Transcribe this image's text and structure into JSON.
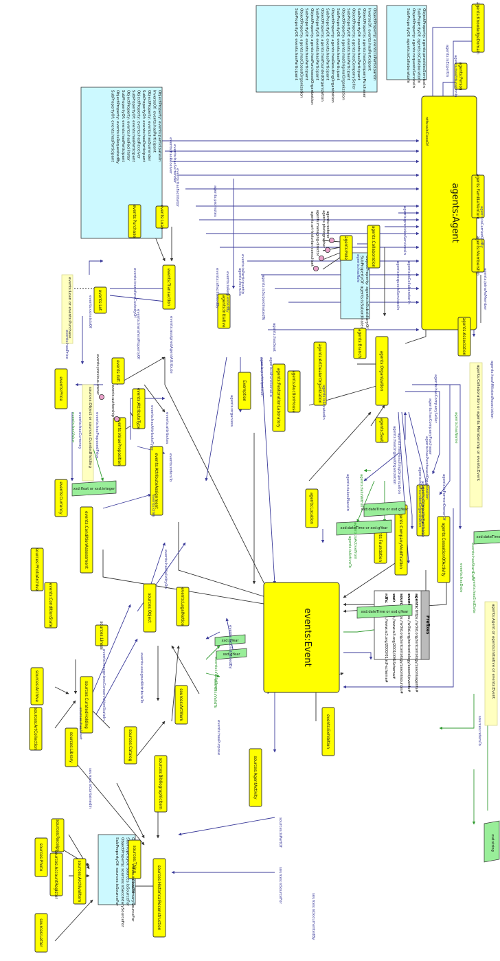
{
  "colors": {
    "node_fill": "#ffff00",
    "node_stroke": "#333333",
    "edge_blue": "#3b3b9a",
    "edge_green": "#2f9a2f",
    "note_fill": "#ccf9ff",
    "union_fill": "#ffffc0",
    "datatype_fill": "#99ee99",
    "individual_fill": "#e8a0c8"
  },
  "main_nodes": {
    "agent": "agents:Agent",
    "event": "events:Event"
  },
  "nodes": [
    "agents:KnowledgeDomain",
    "agents:Person",
    "agents:FamilialVenture",
    "agents:Membership",
    "agents:Association",
    "agents:Collaboration",
    "agents:Role",
    "agents:Initiative",
    "agents:Branch",
    "agents:Organization",
    "agents:ArtDealerOrganization",
    "agents:RestorationLaboratory",
    "agents:AuctionHouse",
    "agents:Seat",
    "agents:Location",
    "agents:Foundation",
    "agents:CompanyModification",
    "agents:CompanyPurchase",
    "agents:CessationOfActivity",
    "events:Loan",
    "events:Purchase",
    "events:Transaction",
    "events:Lot",
    "events:Gift",
    "events:Price",
    "events:ValueProposition",
    "events:AttributeType",
    "events:AttributeAssignment",
    "events:Currency",
    "events:ConditionAssessment",
    "events:ConditionState",
    "events:Exhibition",
    "events:LegalNotice",
    "Exemption",
    "sources:PhotoArchive",
    "sources:Lineal",
    "sources:Object",
    "sources:Archive",
    "sources:ArtCollection",
    "sources:Library",
    "sources:CuratedHolding",
    "sources:ArtWork",
    "sources:BibliographicItem",
    "sources:Catalog",
    "sources:Thing",
    "sources:AgentActivity",
    "sources:HistoricalReconstruction",
    "sources:Photo",
    "sources:Receipt",
    "sources:AccountRegister",
    "sources:ArchivalItem",
    "sources:Letter"
  ],
  "individuals": [
    "agents:restorer",
    "agents:photographer",
    "agents:managing-director",
    "agents:art-historian-consultant",
    "events:previous-owner",
    "events:authorship"
  ],
  "datatypes": [
    "xsd:dateTime or xsd:gYear",
    "xsd:dateTime or xsd:gYear",
    "xsd:float or xsd:integer",
    "xsd:gYear",
    "xsd:gYear",
    "xsd:dateTime or xsd:gYear",
    "xsd:dateTime or xsd:gYear",
    "xsd:string"
  ],
  "unions": [
    "events:Loan or events:Purchase",
    "sources:Object or sources:CuratedHolding",
    "agents:Collaboration or agents:Membership or events:Event",
    "agents:Agent or agents:Initiative or events:Event"
  ],
  "notes": [
    [
      "ObjectProperty: agents:providesServiceIn",
      "SubPropertyOf: agents:isCollaboratorIn",
      "ObjectProperty: agents:requestsServiceIn",
      "SubPropertyOf: agents:isCollaboratorIn"
    ],
    [
      "ObjectProperty: events:isParticipantIn",
      "InverseOf: events:hasParticipant",
      "ObjectProperty: agents:hasCompanyPurchaser",
      "SubPropertyOf: events:hasParticipant",
      "ObjectProperty: agents:hasCompanySeller",
      "SubPropertyOf: events:hasParticipant",
      "ObjectProperty: agents:hasOriginalOrganization",
      "SubPropertyOf: events:hasParticipant",
      "ObjectProperty: agents:hasResultingOrganization",
      "SubPropertyOf: events:hasParticipant",
      "ObjectProperty: agents:hasFoundedOrganization",
      "SubPropertyOf: events:hasParticipant",
      "ObjectProperty: agents:hasPurchasedOrganization",
      "SubPropertyOf: events:hasParticipant",
      "ObjectProperty: agents:hasClosedOrganization",
      "SubPropertyOf: events:hasParticipant"
    ],
    [
      "ObjectProperty: events:participatesIn",
      "InverseOf: events:hasParticipant",
      "ObjectProperty: events:hasSurrender",
      "SubPropertyOf: events:hasParticipant",
      "ObjectProperty: events:hasReceiver",
      "SubPropertyOf: events:hasParticipant",
      "ObjectProperty: events:hasFacilitator",
      "SubPropertyOf: events:hasParticipant",
      "ObjectProperty: events:isRequestedBy",
      "SubPropertyOf: events:hasParticipant"
    ],
    [
      "ObjectProperty: agents:isSubsidiaryOf",
      "SubPropertyOf: agents:isSubordinatedTo"
    ],
    [
      "ObjectProperty: sources:isPrimarySourceFor",
      "SubPropertyOf: sources:isSourceFor",
      "ObjectProperty: sources:isSecondarySourceFor",
      "SubPropertyOf: sources:isSourceFor"
    ]
  ],
  "prefixes": {
    "title": "Prefixes",
    "rows": [
      [
        "agents:",
        "https://w3id.org/zericontology/zasoni/agents#"
      ],
      [
        "events:",
        "https://w3id.org/zericontology/zasoni/events#"
      ],
      [
        "sources:",
        "https://w3id.org/zericontology/zasoni/sources#"
      ],
      [
        "xsd:",
        "http://www.w3.org/2001/XMLSchema#"
      ],
      [
        "rdfs:",
        "http://www.w3.org/2000/01/rdf-schema#"
      ]
    ]
  },
  "edge_labels": [
    "agents:hasEducationIn",
    "agents:isExpertIn",
    "rdfs:subClassOf",
    "agents:isCarriedOutBy",
    "agents:joinsAsMember",
    "agents:hasAffiliatedAssociation",
    "agents:isCollaboratorIn",
    "agents:providesServicesIn",
    "agents:requestsServicesIn",
    "agents:hasRole",
    "agents:promotes",
    "events:hasReceiver",
    "events:hasSurrender",
    "events:hasFacilitator",
    "events:transfersPropertyOf",
    "events:transfersCustodyOf",
    "events:consistsOf",
    "events:hasPrice",
    "events:hasValue",
    "events:hasCurrency",
    "events:hasProposedPrice",
    "events:hasAttributeType",
    "events:attributes",
    "events:refersTo",
    "events:assignedAgentAttribute",
    "events:isRequestedBy",
    "events:isFacilitatedBy",
    "events:isParticipantIn",
    "agents:recruits",
    "agents:organizes",
    "agents:participatesIn",
    "agents:isFunctionalTo",
    "agents:isSubordinatedTo",
    "agents:hasSeat",
    "agents:isLocatedIn",
    "agents:takesPlaceIn",
    "agents:isActiveFrom",
    "agents:isActiveTo",
    "agents:fallsWithin",
    "agents:hasOriginalOrganization",
    "agents:hasResultingOrganization",
    "agents:hasCompanyPurchaser",
    "agents:hasCompanySeller",
    "agents:hasPurchasedOrganization",
    "agents:hasFoundedOrganization",
    "agents:hasClosedOrganization",
    "agents:isFormerOwnerOf",
    "agents:hasName",
    "sources:refersTo",
    "events:hasDate",
    "events:hasStartDate",
    "events:hasEndDate",
    "events:isConstrainedBy",
    "events:isValidFrom",
    "events:isValidTo",
    "events:hasPurpose",
    "sources:isPartOf",
    "sources:isSourceFor",
    "sources:isDocumentedBy",
    "sources:isContainedIn",
    "sources:hasAsset",
    "events:recognizesConservationStateIn",
    "events:assignedAttributeTo",
    "events:cites",
    "events:hasValidityOn",
    "rdfs:subClassOf"
  ]
}
